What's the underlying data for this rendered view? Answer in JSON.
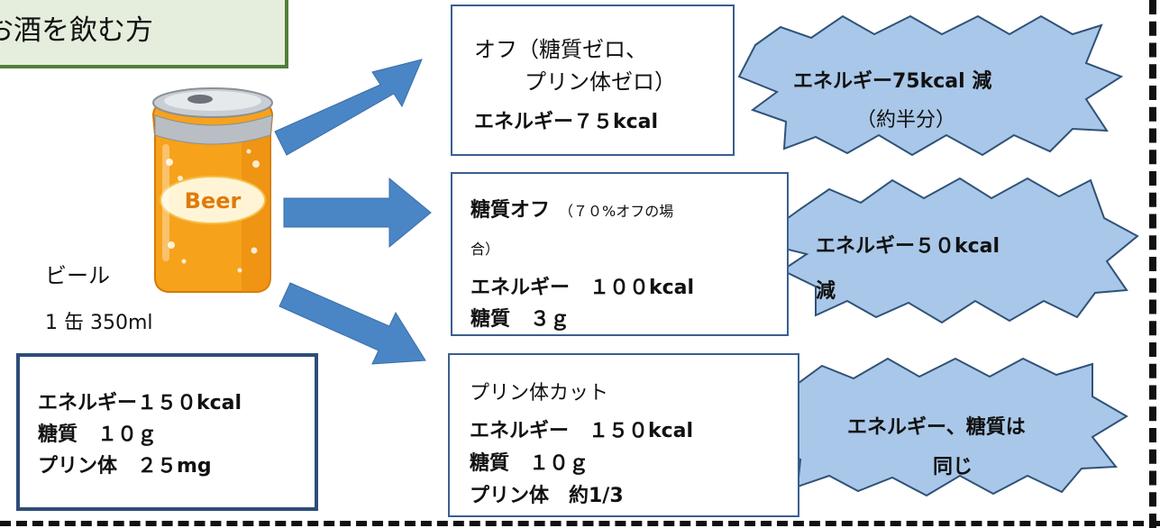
{
  "title": "お酒を飲む方",
  "beer_label": "Beer",
  "beer": {
    "name": "ビール",
    "amount": "1 缶 350ml"
  },
  "base_info": {
    "energy": "エネルギー１５０kcal",
    "sugar": "糖質　１０ｇ",
    "purine": "プリン体　２５mg"
  },
  "off": {
    "line1": "オフ（糖質ゼロ、",
    "line2": "プリン体ゼロ）",
    "energy": "エネルギー７５kcal",
    "callout_line1": "エネルギー75kcal 減",
    "callout_line2": "（約半分）"
  },
  "toushitsu_off": {
    "heading": "糖質オフ",
    "note_line1": "（７０%オフの場",
    "note_line2": "合）",
    "energy": "エネルギー　１００kcal",
    "sugar": "糖質　３ｇ",
    "callout_line1": "エネルギー５０kcal",
    "callout_line2": "減"
  },
  "purine_cut": {
    "heading": "プリン体カット",
    "energy": "エネルギー　１５０kcal",
    "sugar": "糖質　１０ｇ",
    "purine": "プリン体　約1/3",
    "callout_line1": "エネルギー、糖質は",
    "callout_line2": "同じ"
  },
  "colors": {
    "arrow": "#4a85c6",
    "callout_fill": "#a9c7e8",
    "box_border": "#3a5f8e",
    "title_fill": "#e5eedc",
    "title_border": "#507e3a",
    "can_orange": "#f7a21b"
  }
}
